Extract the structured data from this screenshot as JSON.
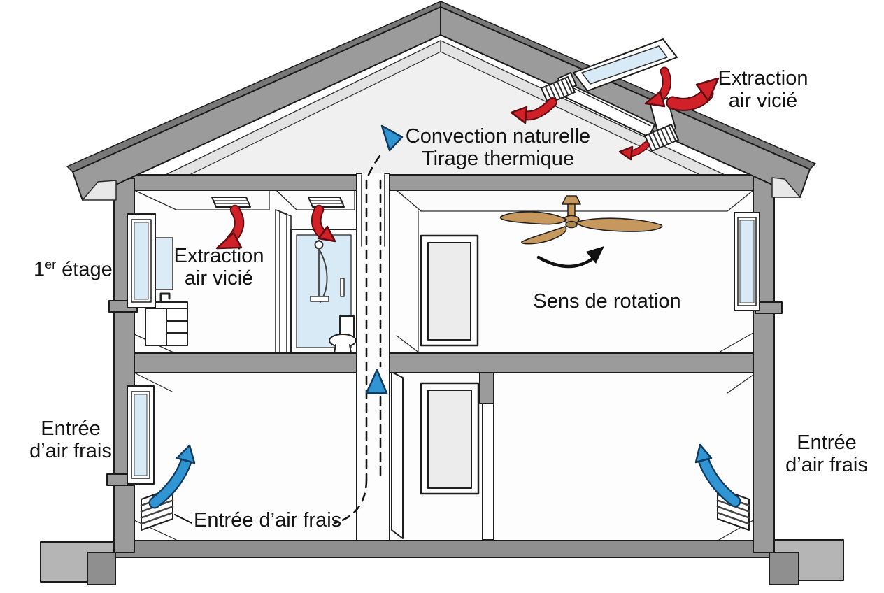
{
  "diagram": {
    "type": "house-natural-ventilation-cross-section",
    "labels": {
      "extraction_roof": {
        "line1": "Extraction",
        "line2": "air vicié"
      },
      "convection": {
        "line1": "Convection naturelle",
        "line2": "Tirage thermique"
      },
      "first_floor": {
        "number": "1",
        "superscript": "er",
        "rest": " étage"
      },
      "extraction_room": {
        "line1": "Extraction",
        "line2": "air vicié"
      },
      "fan_rotation": "Sens de rotation",
      "fresh_air_left": {
        "line1": "Entrée",
        "line2": "d’air frais"
      },
      "fresh_air_ground": "Entrée d’air frais",
      "fresh_air_right": {
        "line1": "Entrée",
        "line2": "d’air frais"
      }
    },
    "colors": {
      "extraction_arrow": "#d12128",
      "fresh_air_arrow": "#3095d2",
      "rotation_arrow": "#111111",
      "wall_gray": "#9b9b9b",
      "roof_dark": "#787878",
      "ground_gray": "#b5b5b5",
      "slab_dark": "#8f8f8f",
      "glass_blue": "#d8eaf6",
      "fan_wood": "#c6985e",
      "attic_fill": "#f0f0f0",
      "outline": "#1b1b1b"
    },
    "icons": [
      "roof-window",
      "roof-vent-grille",
      "ceiling-vent",
      "ceiling-fan",
      "wall-vent-grille",
      "shower",
      "toilet",
      "sink-vanity",
      "mirror",
      "window",
      "door",
      "convection-dashed-path"
    ]
  }
}
